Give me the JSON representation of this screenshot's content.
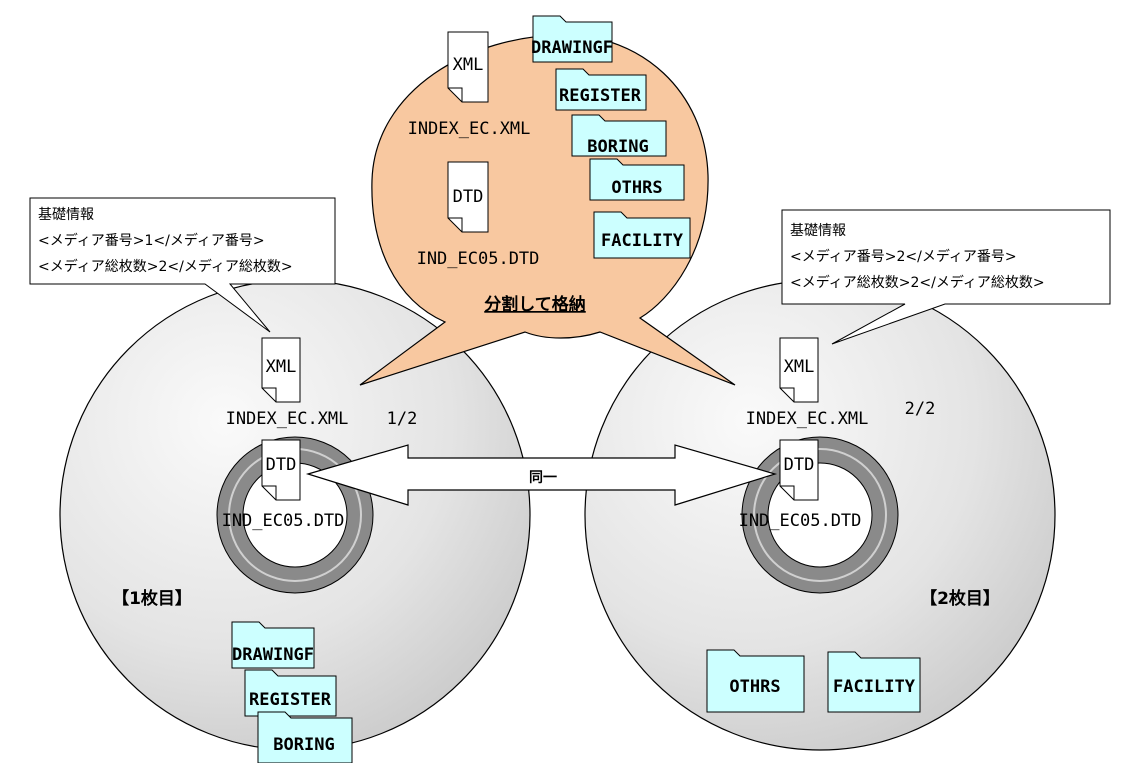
{
  "bubble": {
    "xml_icon": "XML",
    "xml_file": "INDEX_EC.XML",
    "dtd_icon": "DTD",
    "dtd_file": "IND_EC05.DTD",
    "folders": [
      "DRAWINGF",
      "REGISTER",
      "BORING",
      "OTHRS",
      "FACILITY"
    ],
    "caption": "分割して格納"
  },
  "info_left": {
    "line1": "基礎情報",
    "line2": "<メディア番号>1</メディア番号>",
    "line3": "<メディア総枚数>2</メディア総枚数>"
  },
  "info_right": {
    "line1": "基礎情報",
    "line2": "<メディア番号>2</メディア番号>",
    "line3": "<メディア総枚数>2</メディア総枚数>"
  },
  "disc_left": {
    "xml_icon": "XML",
    "xml_file": "INDEX_EC.XML",
    "fraction": "1/2",
    "dtd_icon": "DTD",
    "dtd_file": "IND_EC05.DTD",
    "label": "【1枚目】",
    "folders": [
      "DRAWINGF",
      "REGISTER",
      "BORING"
    ]
  },
  "disc_right": {
    "xml_icon": "XML",
    "xml_file": "INDEX_EC.XML",
    "fraction": "2/2",
    "dtd_icon": "DTD",
    "dtd_file": "IND_EC05.DTD",
    "label": "【2枚目】",
    "folders": [
      "OTHRS",
      "FACILITY"
    ]
  },
  "arrow_label": "同一",
  "colors": {
    "bubble_fill": "#f8c8a0",
    "folder_fill": "#ccffff",
    "disc_fill": "#e8e8e8",
    "hub_ring": "#808080"
  }
}
